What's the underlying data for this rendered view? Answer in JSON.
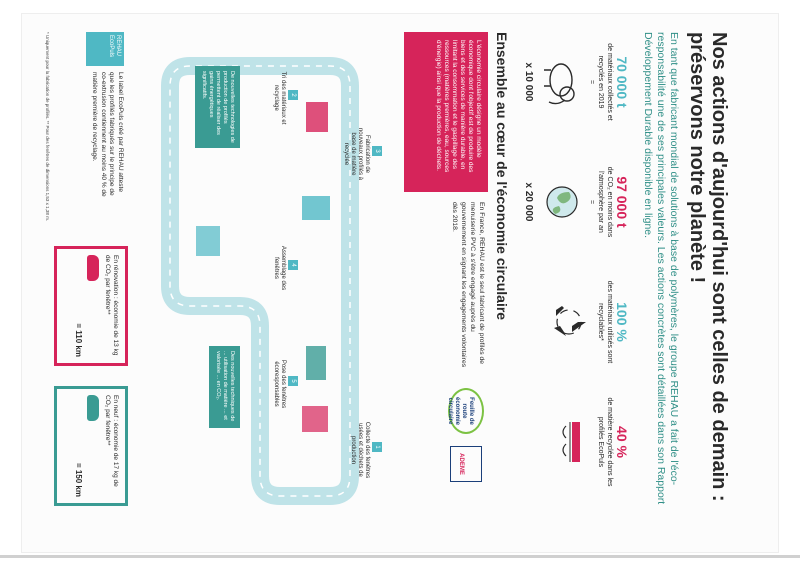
{
  "title_line1": "Nos actions d'aujourd'hui sont celles de demain :",
  "title_line2": "préservons notre planète !",
  "intro": "En tant que fabricant mondial de solutions à base de polymères, le groupe REHAU a fait de l'éco-responsabilité une de ses principales valeurs. Les actions concrètes sont détaillées dans son Rapport Développement Durable disponible en ligne.",
  "stats": [
    {
      "value": "70 000 t",
      "label": "de matériaux collectés et recyclés en 2019",
      "equals": "=",
      "multiplier": "x 10 000",
      "color": "#4fb8c4",
      "pict": "elephant-icon"
    },
    {
      "value": "97 000 t",
      "label": "de CO₂ en moins dans l'atmosphère par an",
      "equals": "=",
      "multiplier": "x 20 000",
      "color": "#d6245a",
      "pict": "earth-icon"
    },
    {
      "value": "100 %",
      "label": "des matériaux utilisés sont recyclables*",
      "equals": "",
      "multiplier": "",
      "color": "#4fb8c4",
      "pict": "recycle-icon"
    },
    {
      "value": "40 %",
      "label": "de matière recyclée dans les profilés EcoPuls",
      "equals": "",
      "multiplier": "",
      "color": "#d6245a",
      "pict": "eco-profile-icon"
    }
  ],
  "section_title": "Ensemble au cœur de l'économie circulaire",
  "circular_text": "L'économie circulaire désigne un modèle économique dont l'objectif est de produire des biens et des services de manière durable, en limitant la consommation et le gaspillage des ressources (matières premières, eau, sources d'énergie) ainsi que la production de déchets.",
  "france_text": "En France, REHAU est le seul fabricant de profilés de menuiserie PVC à s'être engagé auprès du gouvernement en signant les engagements volontaires dès 2018.",
  "logo_feuille": "Feuille de route économie circulaire",
  "logo_ademe": "ADEME",
  "steps": [
    {
      "num": "1",
      "label": "Collecte des fenêtres usées et déchets de production"
    },
    {
      "num": "2",
      "label": "Tri des matériaux et recyclage"
    },
    {
      "num": "3",
      "label": "Fabrication de nouveaux profilés à base de matière recyclée"
    },
    {
      "num": "4",
      "label": "Assemblage des fenêtres"
    },
    {
      "num": "5",
      "label": "Pose des fenêtres écoresponsables"
    }
  ],
  "notes": [
    "De nouvelles technologies de production de profilés permettent de réaliser des gains énergétiques significatifs.",
    "Des nouvelles techniques de ... utilisation de matière ... et valorisée ... en CO₂."
  ],
  "rehau_box": "REHAU EcoPuls",
  "rehau_text": "Le label EcoPuls créé par REHAU atteste que les profilés fabriqués sur le principe de co-extrusion contiennent au moins 40 % de matière première de recyclage.",
  "eco_cards": [
    {
      "title": "En rénovation : économie de 13 kg de CO₂ par fenêtre**",
      "km": "= 110 km",
      "color": "#d6245a"
    },
    {
      "title": "En neuf : économie de 17 kg de CO₂ par fenêtre**",
      "km": "= 150 km",
      "color": "#3a9b93"
    }
  ],
  "footnote": "* Uniquement pour la fabrication de profilés.   ** Pour des fenêtres de dimensions 1,53 x 1,38 m.",
  "colors": {
    "teal": "#4fb8c4",
    "pink": "#d6245a",
    "dark_teal": "#3a9b93",
    "text": "#2a2a2a"
  }
}
